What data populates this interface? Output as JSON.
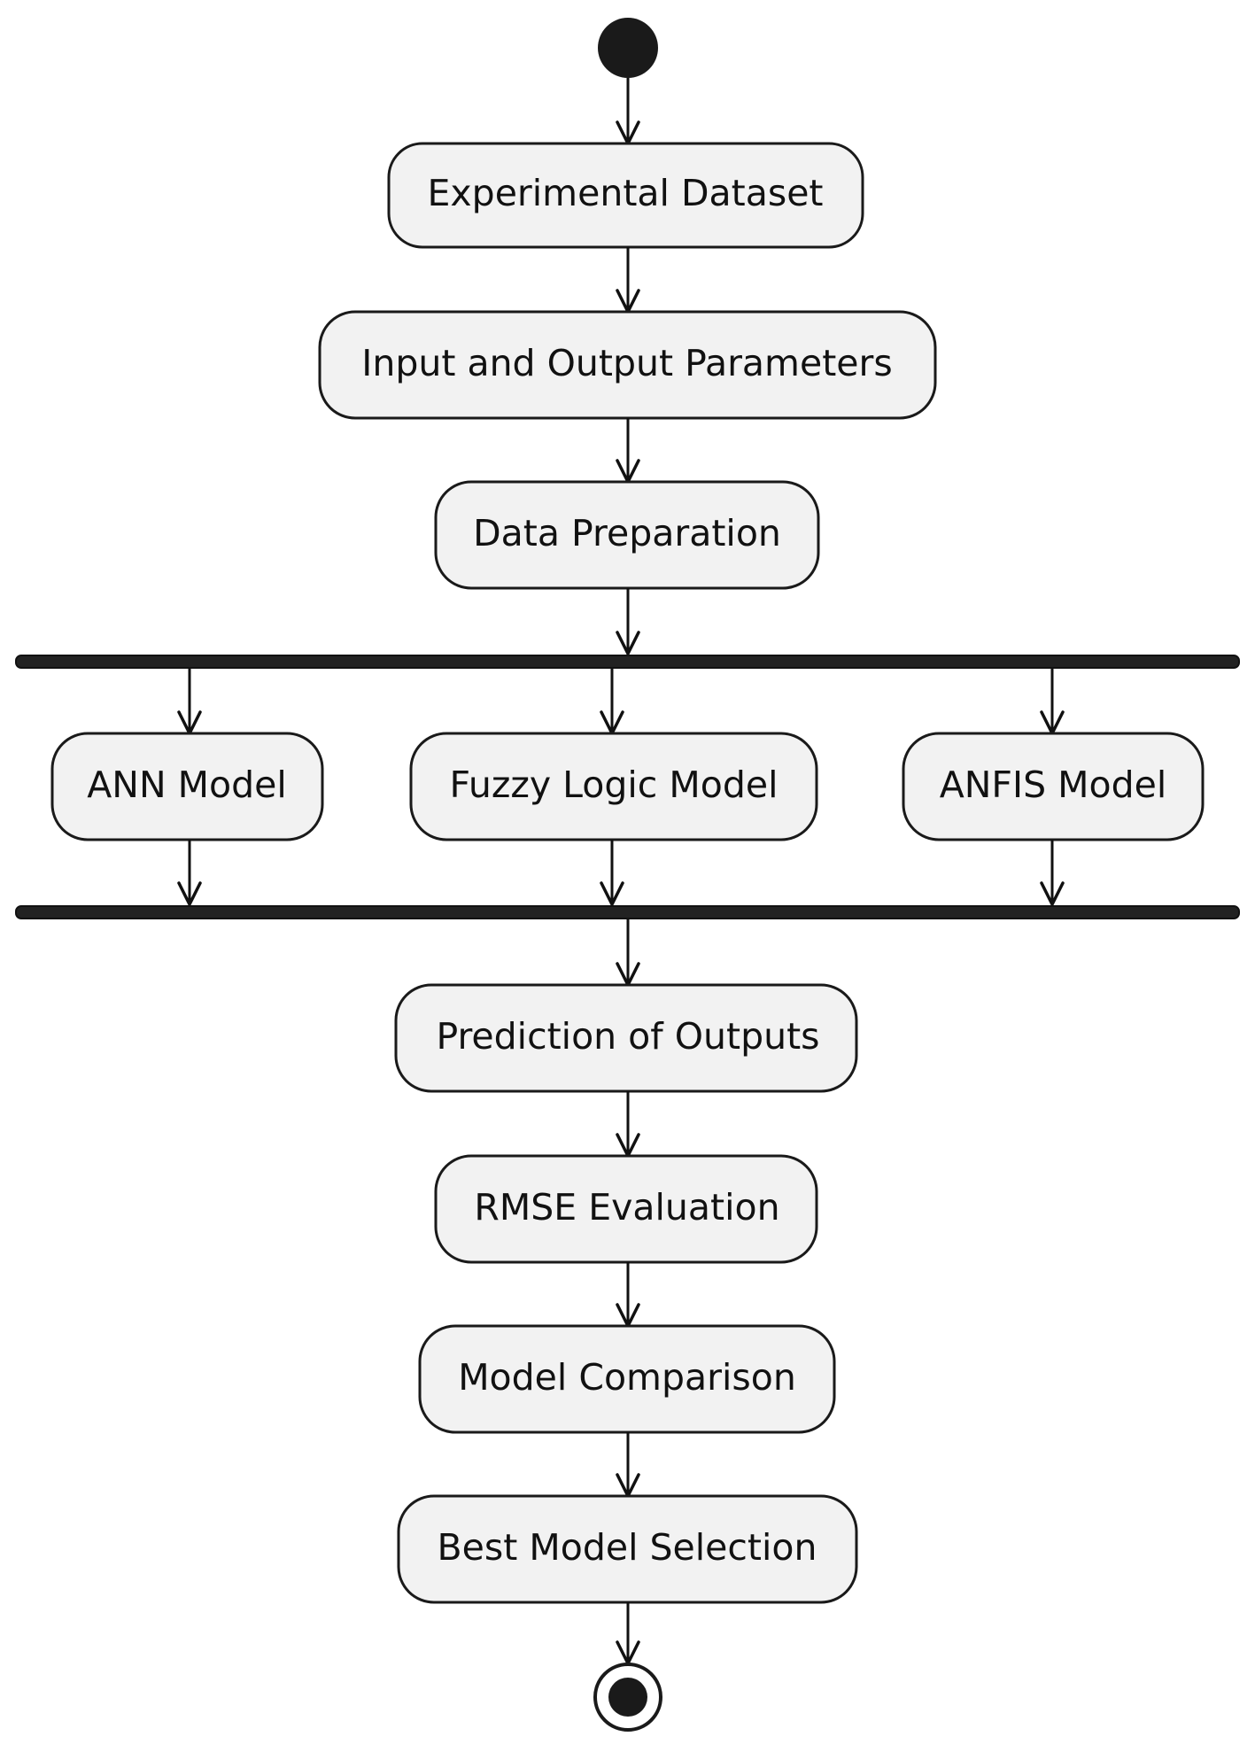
{
  "colors": {
    "node_fill": "#f2f2f2",
    "node_stroke": "#1a1a1a",
    "bar": "#222222",
    "start_dot": "#1a1a1a"
  },
  "nodes": {
    "experimental_dataset": "Experimental Dataset",
    "input_output_parameters": "Input and Output Parameters",
    "data_preparation": "Data Preparation",
    "ann_model": "ANN Model",
    "fuzzy_logic_model": "Fuzzy Logic Model",
    "anfis_model": "ANFIS Model",
    "prediction_of_outputs": "Prediction of Outputs",
    "rmse_evaluation": "RMSE Evaluation",
    "model_comparison": "Model Comparison",
    "best_model_selection": "Best Model Selection"
  }
}
